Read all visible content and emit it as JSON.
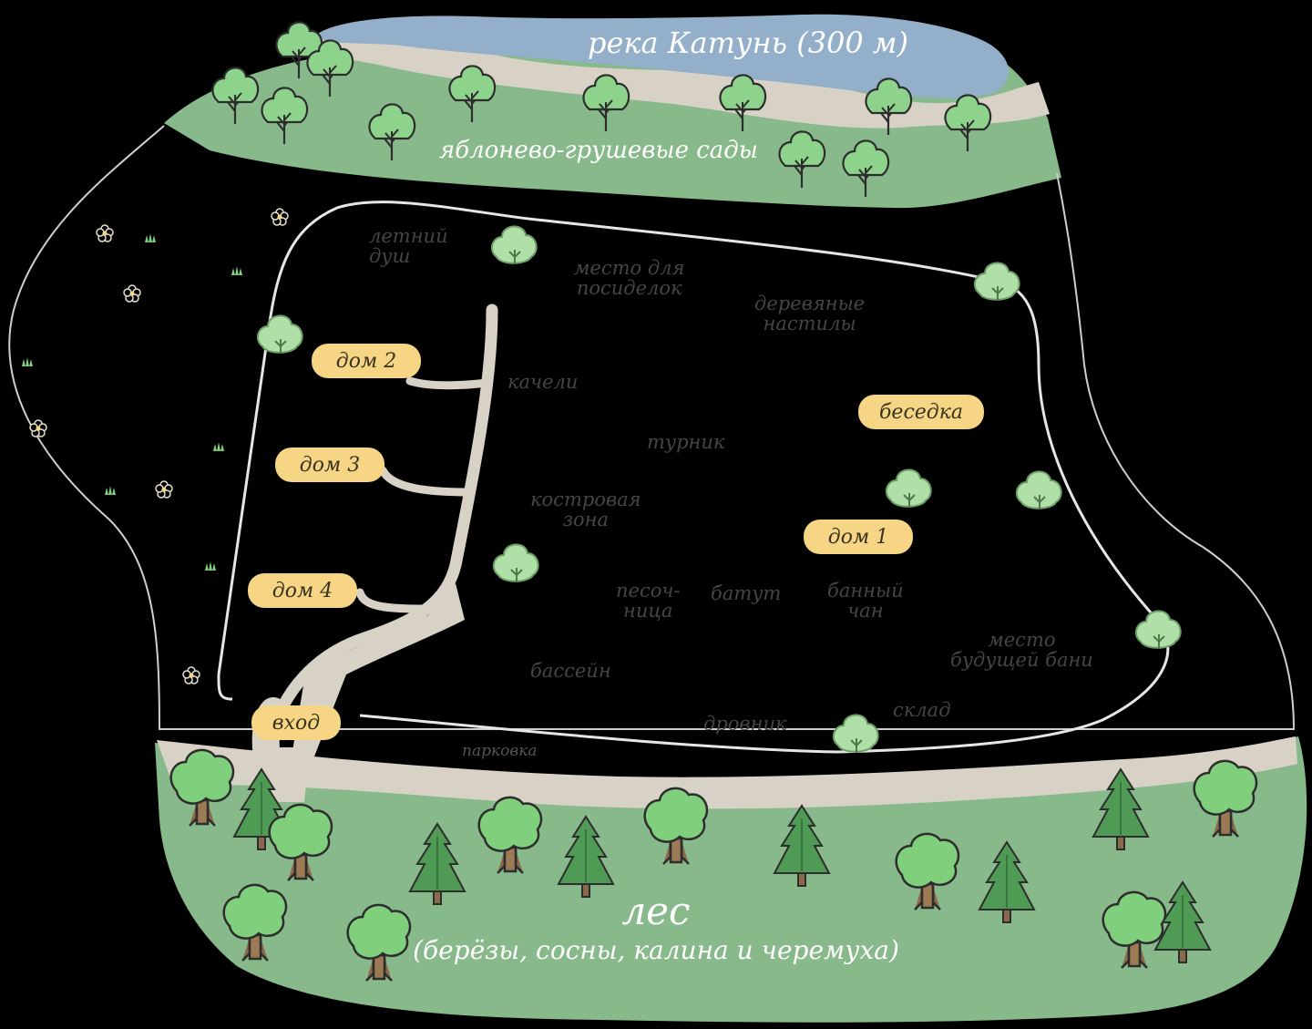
{
  "river": {
    "label": "река Катунь (300 м)"
  },
  "orchard": {
    "label": "яблонево-грушевые сады"
  },
  "forest": {
    "title": "лес",
    "subtitle": "(берёзы, сосны, калина и черемуха)"
  },
  "houses": {
    "house1": "дом 1",
    "house2": "дом 2",
    "house3": "дом 3",
    "house4": "дом 4",
    "gazebo": "беседка",
    "entrance": "вход"
  },
  "places": {
    "summer_shower": [
      "летний",
      "душ"
    ],
    "sitting_area": [
      "место для",
      "посиделок"
    ],
    "wooden_decks": [
      "деревяные",
      "настилы"
    ],
    "swings": "качели",
    "pullup_bar": "турник",
    "fire_zone": [
      "костровая",
      "зона"
    ],
    "sandbox": [
      "песоч-",
      "ница"
    ],
    "trampoline": "батут",
    "bath_tub": [
      "банный",
      "чан"
    ],
    "future_sauna": [
      "место",
      "будущей бани"
    ],
    "pool": "бассейн",
    "warehouse": "склад",
    "woodshed": "дровник",
    "parking": "парковка"
  },
  "colors": {
    "background": "#000000",
    "green_area": "#88b98a",
    "sand": "#d8d2c6",
    "water": "#93afc9",
    "pill": "#f6d684",
    "tree_light": "#b0dfa8",
    "tree_dark": "#5d8f57"
  }
}
